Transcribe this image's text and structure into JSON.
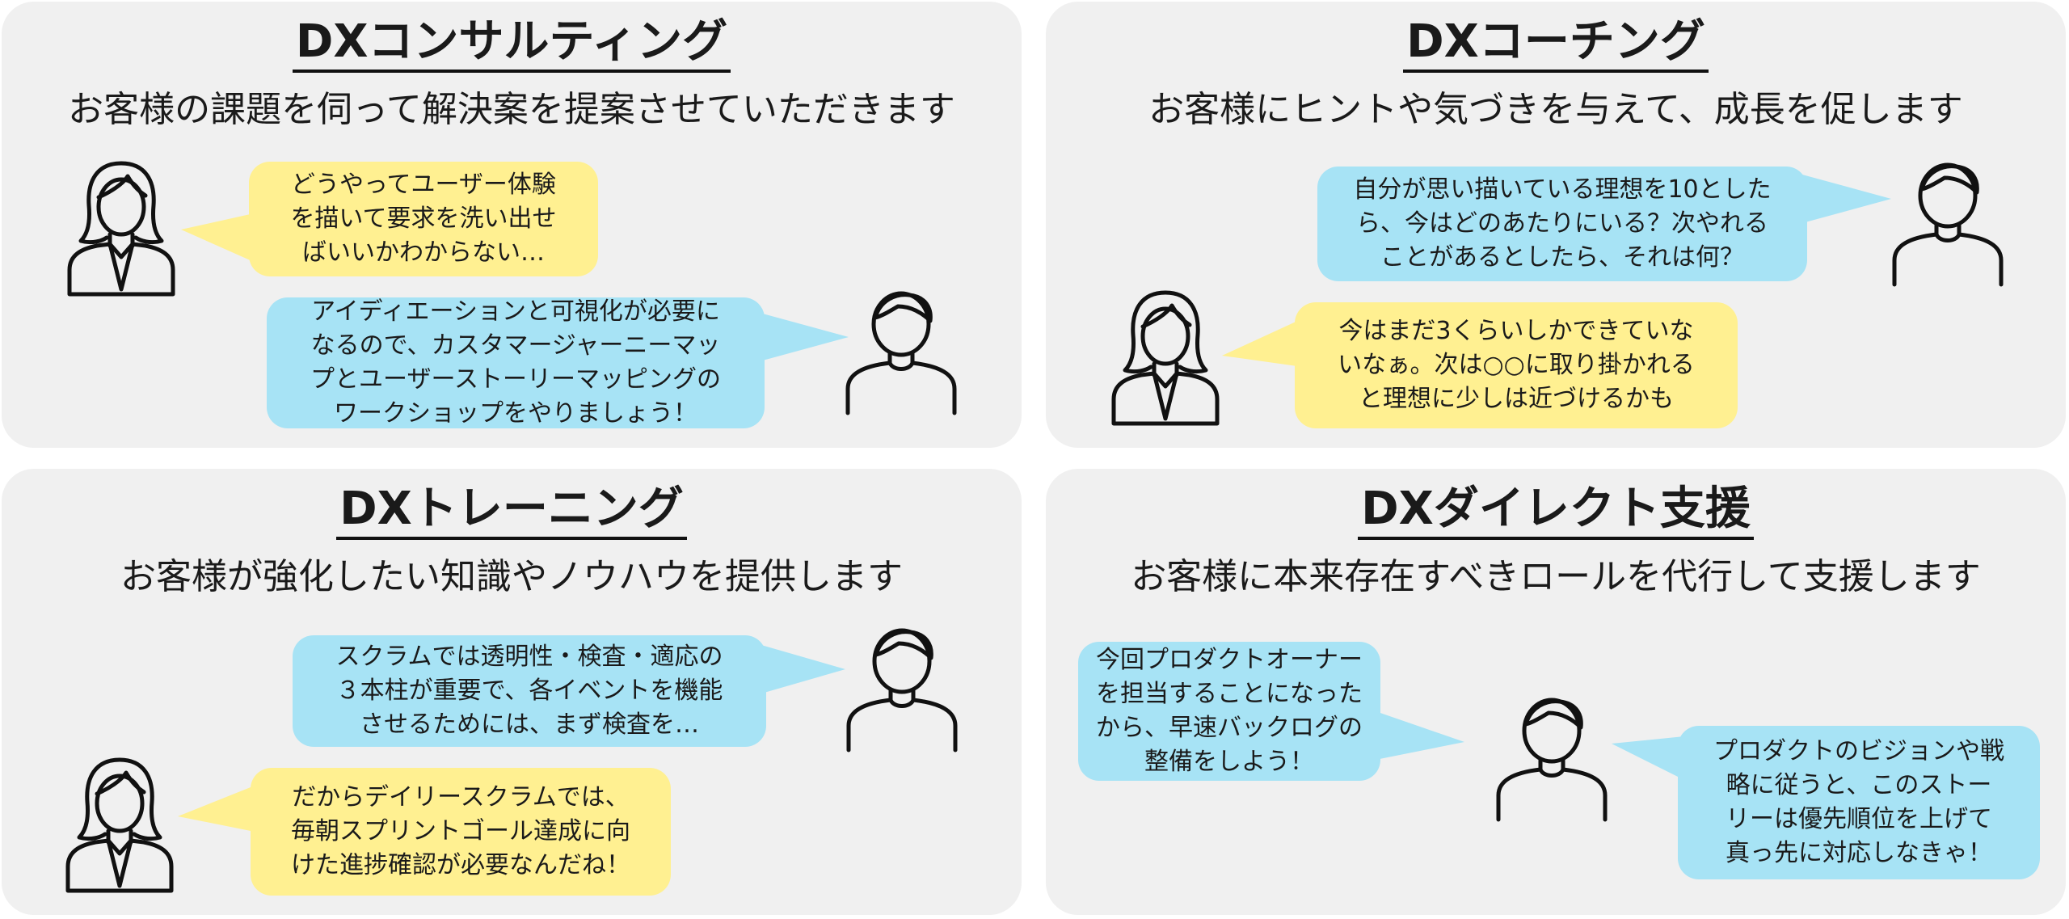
{
  "colors": {
    "panel_bg": "#f0f0f0",
    "bubble_yellow": "#fff091",
    "bubble_blue": "#a7e3f5"
  },
  "panels": {
    "consulting": {
      "title": "DXコンサルティング",
      "subtitle": "お客様の課題を伺って解決案を提案させていただきます",
      "bubble_client": "どうやってユーザー体験\nを描いて要求を洗い出せ\nばいいかわからない…",
      "bubble_consultant": "アイディエーションと可視化が必要に\nなるので、カスタマージャーニーマッ\nプとユーザーストーリーマッピングの\nワークショップをやりましょう！"
    },
    "coaching": {
      "title": "DXコーチング",
      "subtitle": "お客様にヒントや気づきを与えて、成長を促します",
      "bubble_coach": "自分が思い描いている理想を10とした\nら、今はどのあたりにいる？次やれる\nことがあるとしたら、それは何？",
      "bubble_client": "今はまだ3くらいしかできていな\nいなぁ。次は○○に取り掛かれる\nと理想に少しは近づけるかも"
    },
    "training": {
      "title": "DXトレーニング",
      "subtitle": "お客様が強化したい知識やノウハウを提供します",
      "bubble_trainer": "スクラムでは透明性・検査・適応の\n３本柱が重要で、各イベントを機能\nさせるためには、まず検査を…",
      "bubble_client": "だからデイリースクラムでは、\n毎朝スプリントゴール達成に向\nけた進捗確認が必要なんだね！"
    },
    "direct": {
      "title": "DXダイレクト支援",
      "subtitle": "お客様に本来存在すべきロールを代行して支援します",
      "bubble_left": "今回プロダクトオーナー\nを担当することになった\nから、早速バックログの\n整備をしよう！",
      "bubble_right": "プロダクトのビジョンや戦\n略に従うと、このストー\nリーは優先順位を上げて\n真っ先に対応しなきゃ！"
    }
  }
}
